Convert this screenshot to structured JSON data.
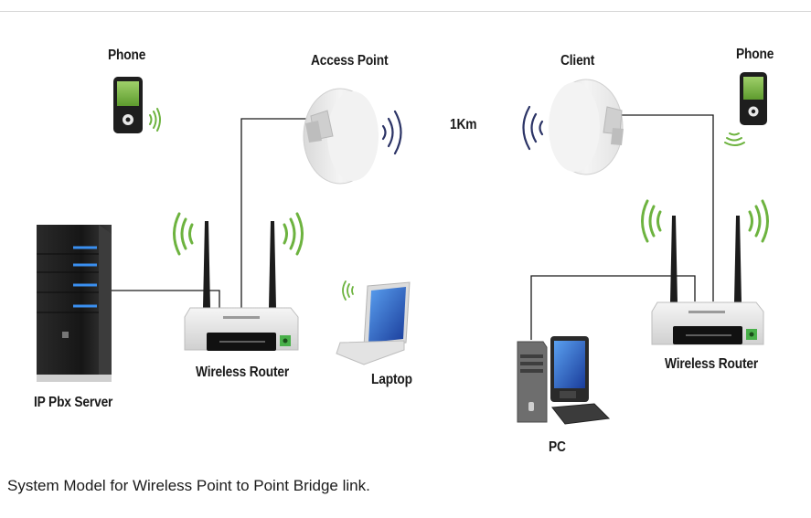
{
  "diagram": {
    "nodes": [
      {
        "id": "phone-left",
        "label": "Phone",
        "type": "phone"
      },
      {
        "id": "access-point",
        "label": "Access Point",
        "type": "outdoor-cpe"
      },
      {
        "id": "link-distance",
        "label": "1Km",
        "type": "annotation"
      },
      {
        "id": "client",
        "label": "Client",
        "type": "outdoor-cpe"
      },
      {
        "id": "phone-right",
        "label": "Phone",
        "type": "phone"
      },
      {
        "id": "ip-pbx-server",
        "label": "IP Pbx Server",
        "type": "server"
      },
      {
        "id": "wireless-router-left",
        "label": "Wireless Router",
        "type": "router"
      },
      {
        "id": "laptop",
        "label": "Laptop",
        "type": "laptop"
      },
      {
        "id": "pc",
        "label": "PC",
        "type": "desktop"
      },
      {
        "id": "wireless-router-right",
        "label": "Wireless Router",
        "type": "router"
      }
    ],
    "links": [
      {
        "from": "ip-pbx-server",
        "to": "wireless-router-left",
        "kind": "wired"
      },
      {
        "from": "wireless-router-left",
        "to": "access-point",
        "kind": "wired"
      },
      {
        "from": "access-point",
        "to": "client",
        "kind": "wireless",
        "label": "1Km"
      },
      {
        "from": "client",
        "to": "wireless-router-right",
        "kind": "wired"
      },
      {
        "from": "pc",
        "to": "wireless-router-right",
        "kind": "wired"
      },
      {
        "from": "phone-left",
        "to": "wireless-router-left",
        "kind": "wireless"
      },
      {
        "from": "laptop",
        "to": "wireless-router-left",
        "kind": "wireless"
      },
      {
        "from": "phone-right",
        "to": "wireless-router-right",
        "kind": "wireless"
      }
    ],
    "colors": {
      "wire": "#1a1a1a",
      "wifi_green": "#6db33f",
      "bridge_wave": "#2c3466",
      "server_led": "#3a8ff0",
      "router_led": "#49b04a"
    }
  },
  "labels": {
    "phone_left": "Phone",
    "access_point": "Access Point",
    "distance": "1Km",
    "client": "Client",
    "phone_right": "Phone",
    "server": "IP Pbx Server",
    "router_left": "Wireless Router",
    "laptop": "Laptop",
    "pc": "PC",
    "router_right": "Wireless Router"
  },
  "caption": "System Model for Wireless Point to Point Bridge link."
}
